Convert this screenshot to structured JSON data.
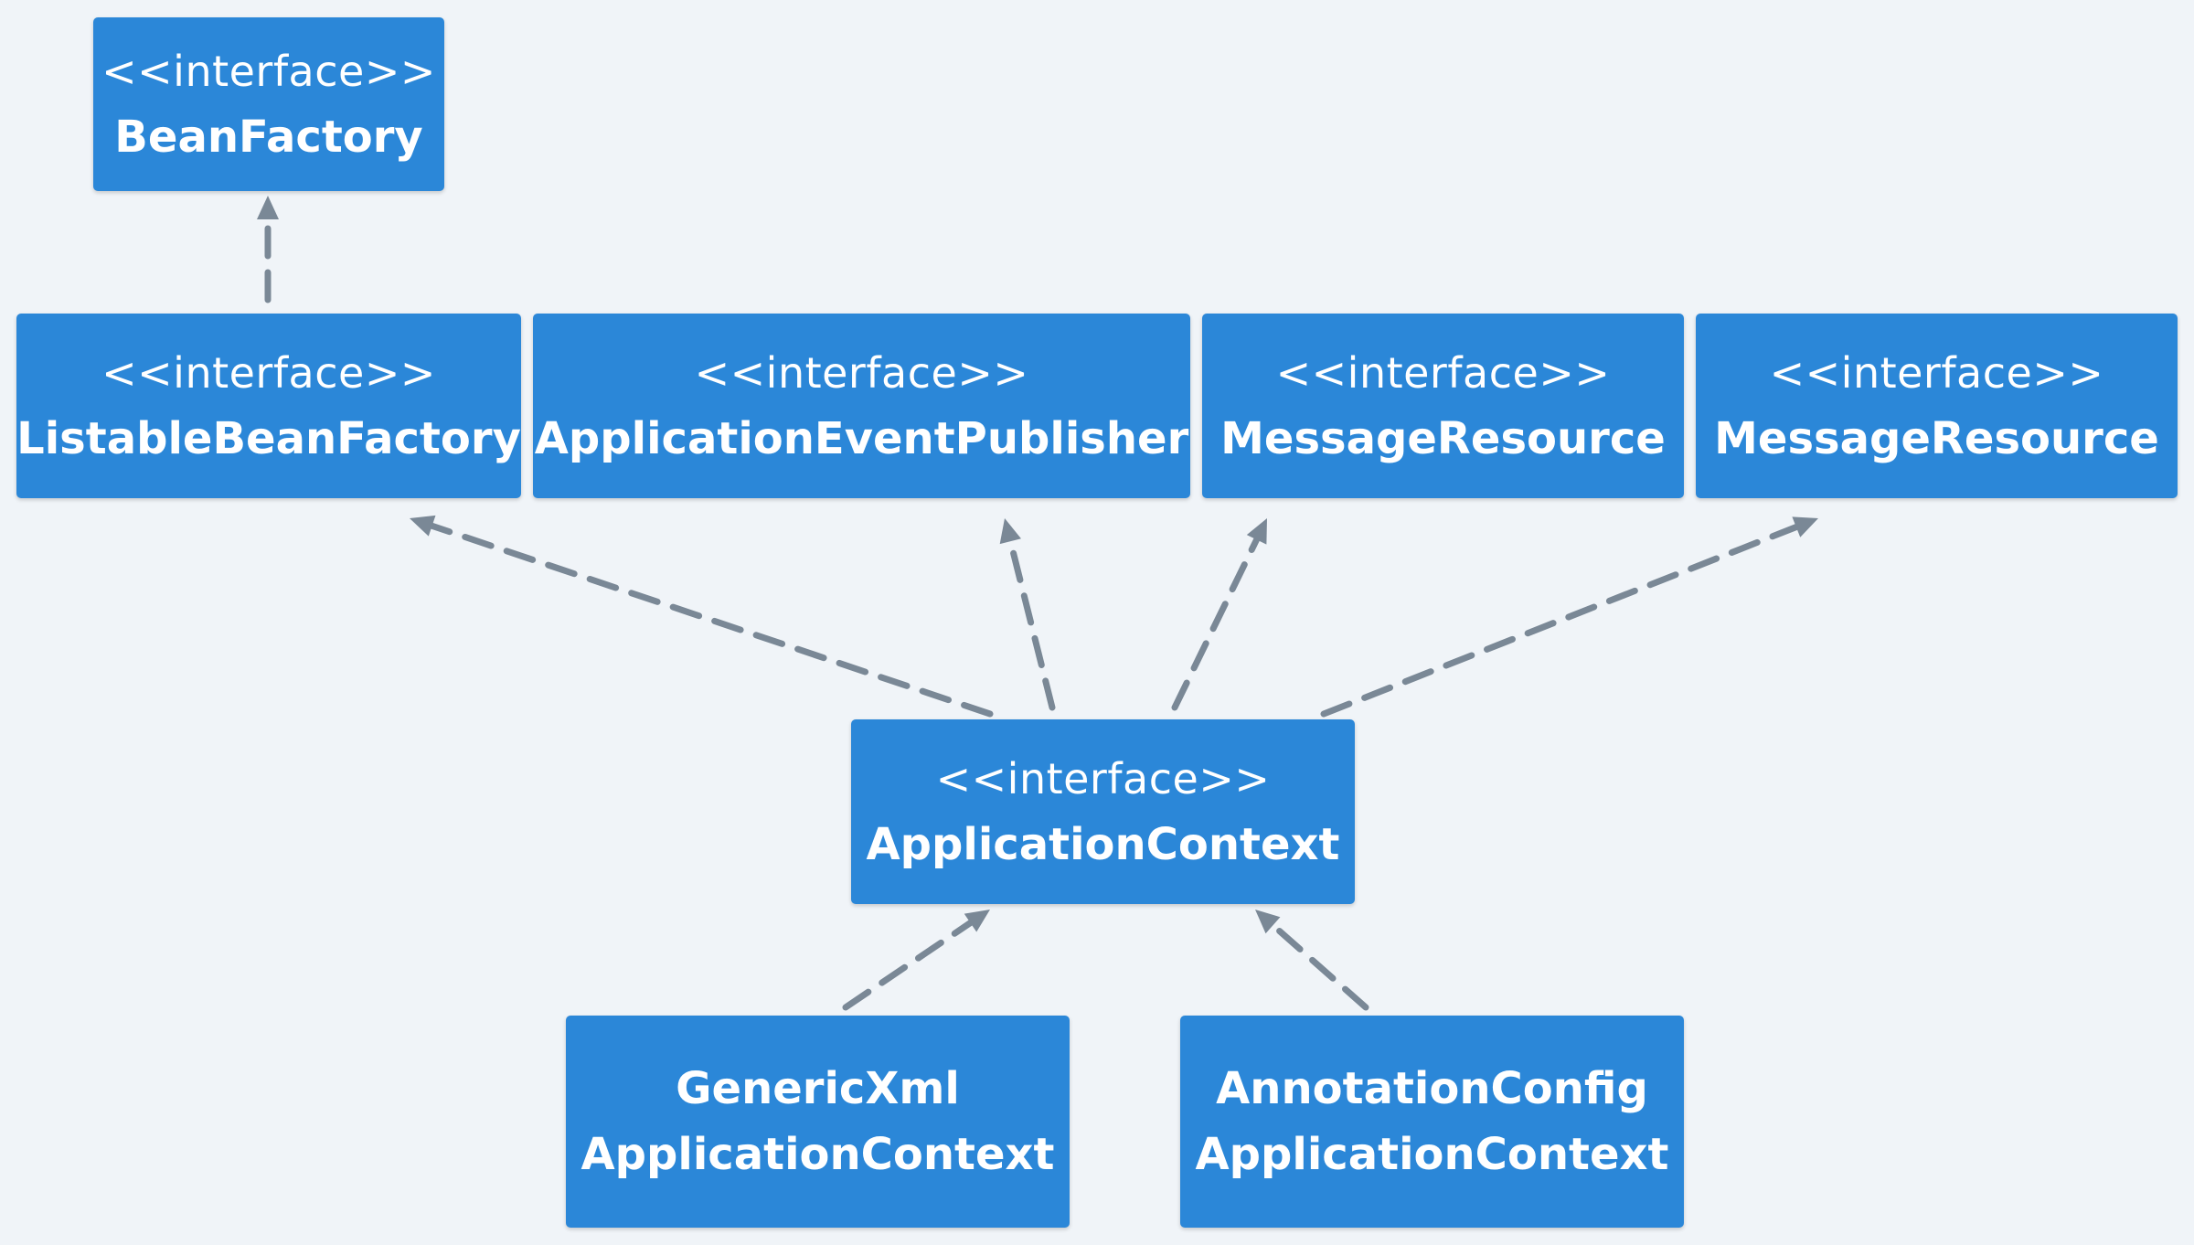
{
  "colors": {
    "background": "#f0f4f8",
    "node_fill": "#2b87d8",
    "node_text": "#ffffff",
    "edge": "#7a8896"
  },
  "nodes": {
    "beanfactory": {
      "stereotype": "<<interface>>",
      "name": "BeanFactory"
    },
    "listable": {
      "stereotype": "<<interface>>",
      "name": "ListableBeanFactory"
    },
    "eventpub": {
      "stereotype": "<<interface>>",
      "name": "ApplicationEventPublisher"
    },
    "msgres1": {
      "stereotype": "<<interface>>",
      "name": "MessageResource"
    },
    "msgres2": {
      "stereotype": "<<interface>>",
      "name": "MessageResource"
    },
    "appctx": {
      "stereotype": "<<interface>>",
      "name": "ApplicationContext"
    },
    "genericxml": {
      "line1": "GenericXml",
      "line2": "ApplicationContext"
    },
    "annotation": {
      "line1": "AnnotationConfig",
      "line2": "ApplicationContext"
    }
  },
  "edges": [
    {
      "from": "listable",
      "to": "beanfactory",
      "style": "dashed",
      "arrow": "to"
    },
    {
      "from": "appctx",
      "to": "listable",
      "style": "dashed",
      "arrow": "to"
    },
    {
      "from": "appctx",
      "to": "eventpub",
      "style": "dashed",
      "arrow": "to"
    },
    {
      "from": "appctx",
      "to": "msgres1",
      "style": "dashed",
      "arrow": "to"
    },
    {
      "from": "appctx",
      "to": "msgres2",
      "style": "dashed",
      "arrow": "to"
    },
    {
      "from": "genericxml",
      "to": "appctx",
      "style": "dashed",
      "arrow": "to"
    },
    {
      "from": "annotation",
      "to": "appctx",
      "style": "dashed",
      "arrow": "to"
    }
  ]
}
